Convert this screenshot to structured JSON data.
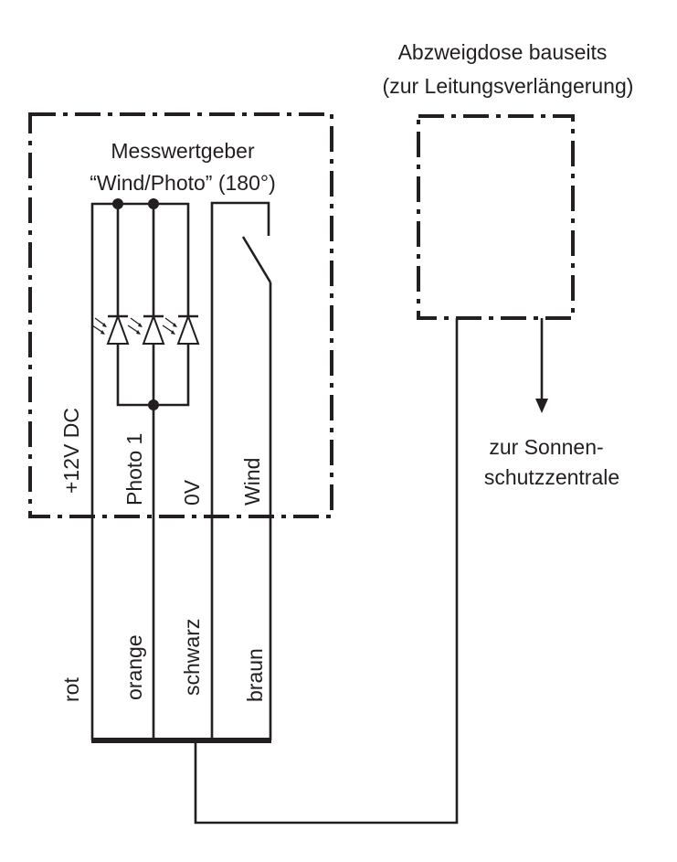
{
  "diagram": {
    "type": "wiring-diagram",
    "sensor": {
      "title_line1": "Messwertgeber",
      "title_line2": "“Wind/Photo” (180°)",
      "terminals": [
        "+12V DC",
        "Photo 1",
        "0V",
        "Wind"
      ],
      "components": [
        "photodiode",
        "photodiode",
        "photodiode",
        "wind-contact-switch"
      ]
    },
    "wire_colors": [
      "rot",
      "orange",
      "schwarz",
      "braun"
    ],
    "junction_box": {
      "title_line1": "Abzweigdose bauseits",
      "title_line2": "(zur Leitungsverlängerung)"
    },
    "destination": {
      "line1": "zur Sonnen-",
      "line2": "schutzzentrale"
    },
    "colors": {
      "ink": "#231f20",
      "background": "#ffffff"
    }
  }
}
